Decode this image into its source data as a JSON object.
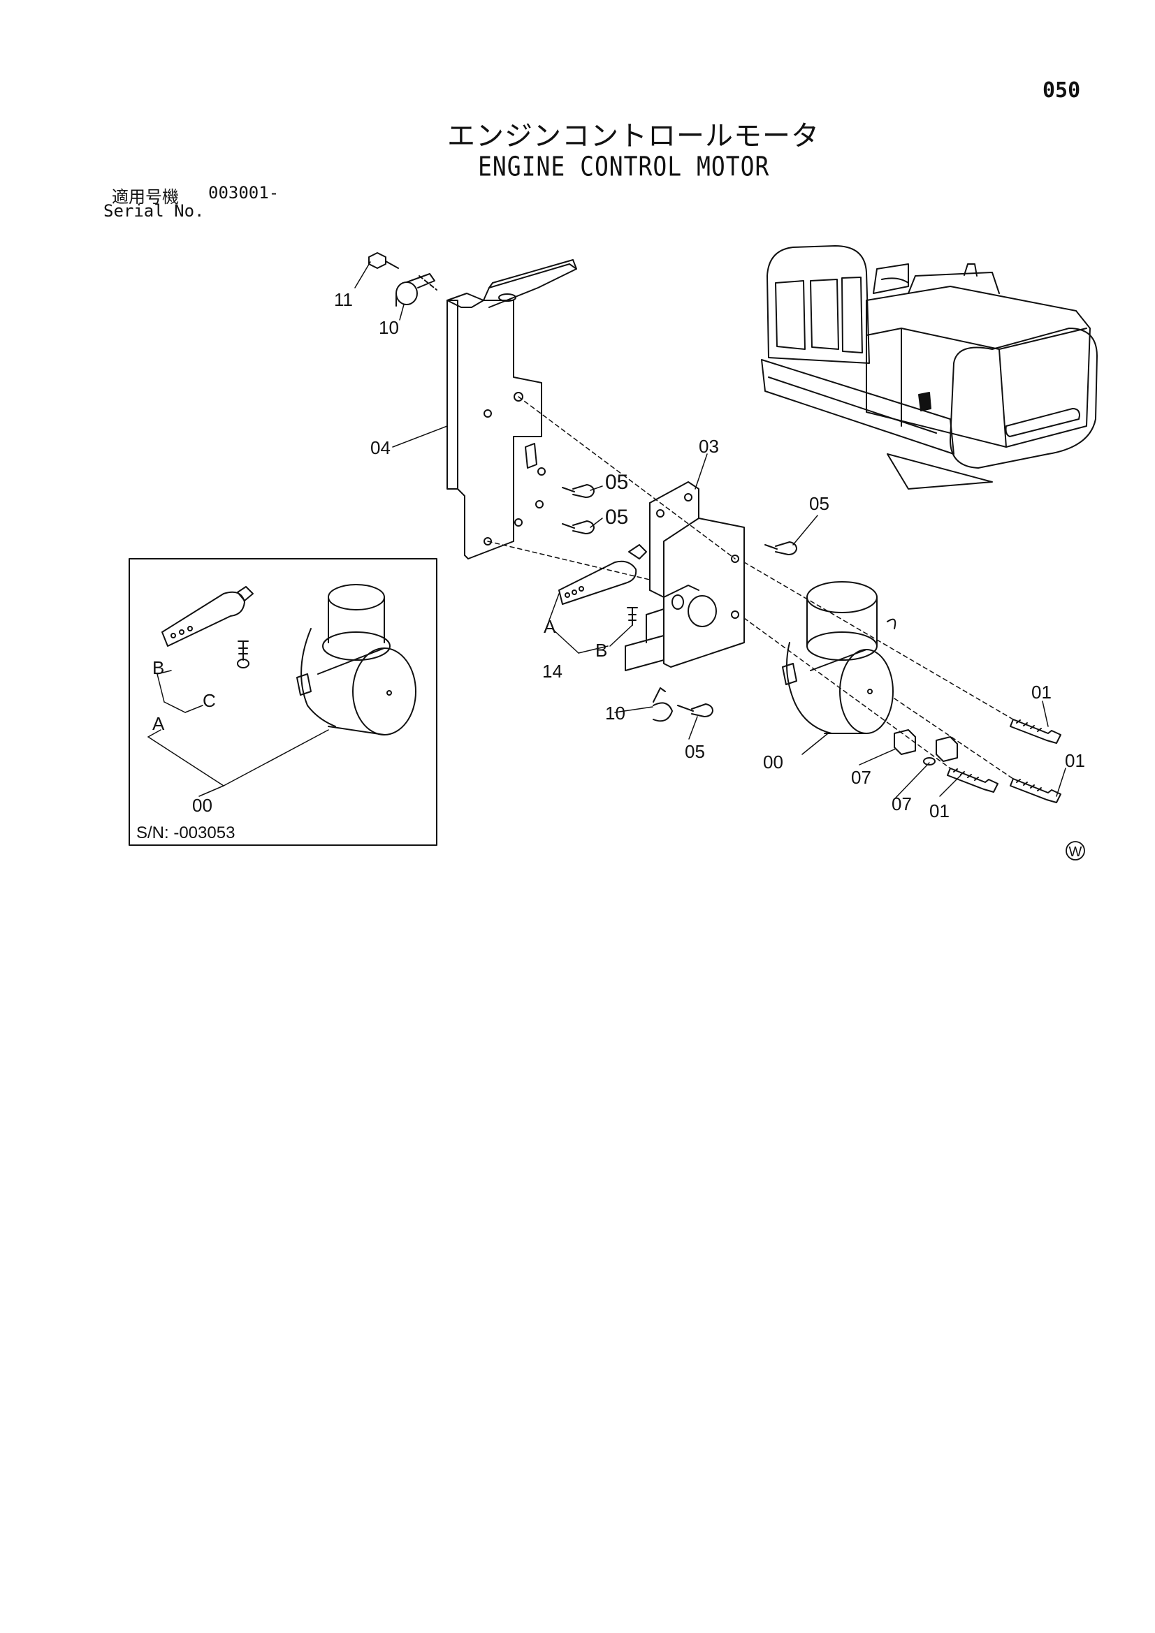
{
  "page": {
    "number": "050",
    "title_jp": "エンジンコントロールモータ",
    "title_en": "ENGINE CONTROL MOTOR",
    "serial_label_jp": "適用号機",
    "serial_value": "003001-",
    "serial_label_en": "Serial No."
  },
  "callouts": {
    "c11": "11",
    "c10_top": "10",
    "c04": "04",
    "c03": "03",
    "c05_a": "05",
    "c05_b": "05",
    "c05_right": "05",
    "c05_bottom": "05",
    "cA_main": "A",
    "cB_main": "B",
    "c14": "14",
    "c10_bottom": "10",
    "c00_main": "00",
    "c07_a": "07",
    "c07_b": "07",
    "c01_top": "01",
    "c01_right": "01",
    "c01_bottom": "01"
  },
  "inset": {
    "label_b": "B",
    "label_c": "C",
    "label_a": "A",
    "label_00": "00",
    "serial": "S/N: -003053"
  },
  "corner_mark": "W"
}
